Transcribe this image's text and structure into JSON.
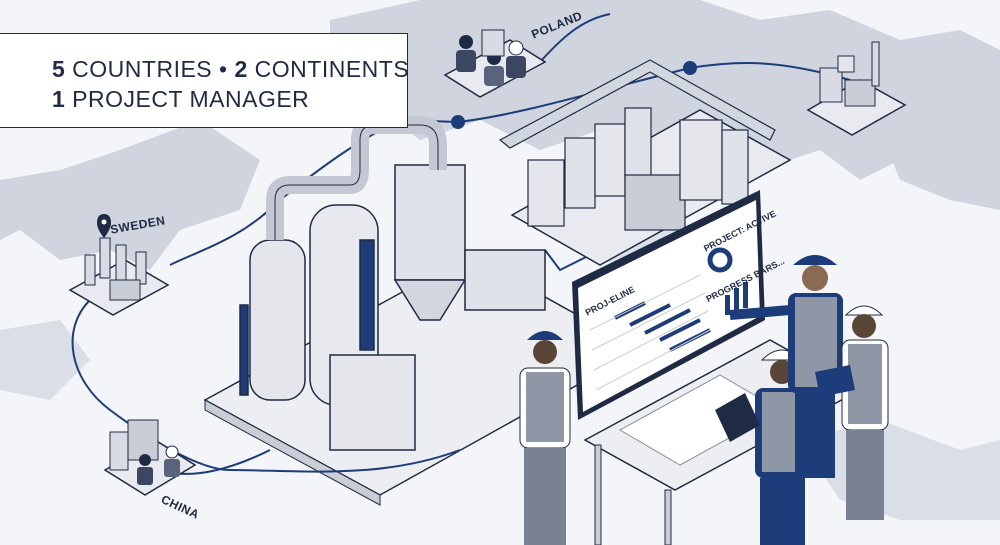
{
  "headline": {
    "line1_a": "5",
    "line1_b": " COUNTRIES • ",
    "line1_c": "2",
    "line1_d": " CONTINENTS",
    "line2_a": "1",
    "line2_b": " PROJECT MANAGER"
  },
  "locations": {
    "poland": "POLAND",
    "sweden": "SWEDEN",
    "china": "CHINA"
  },
  "dashboard": {
    "timeline_label": "PROJ-ELINE",
    "status_label": "PROJECT: ACTIVE",
    "progress_label": "PROGRESS BARS..."
  },
  "colors": {
    "navy": "#1f2a44",
    "route": "#1c3d7a",
    "map": "#cfd4de",
    "background": "#f4f5f8",
    "equipment": "#e4e6ec"
  }
}
